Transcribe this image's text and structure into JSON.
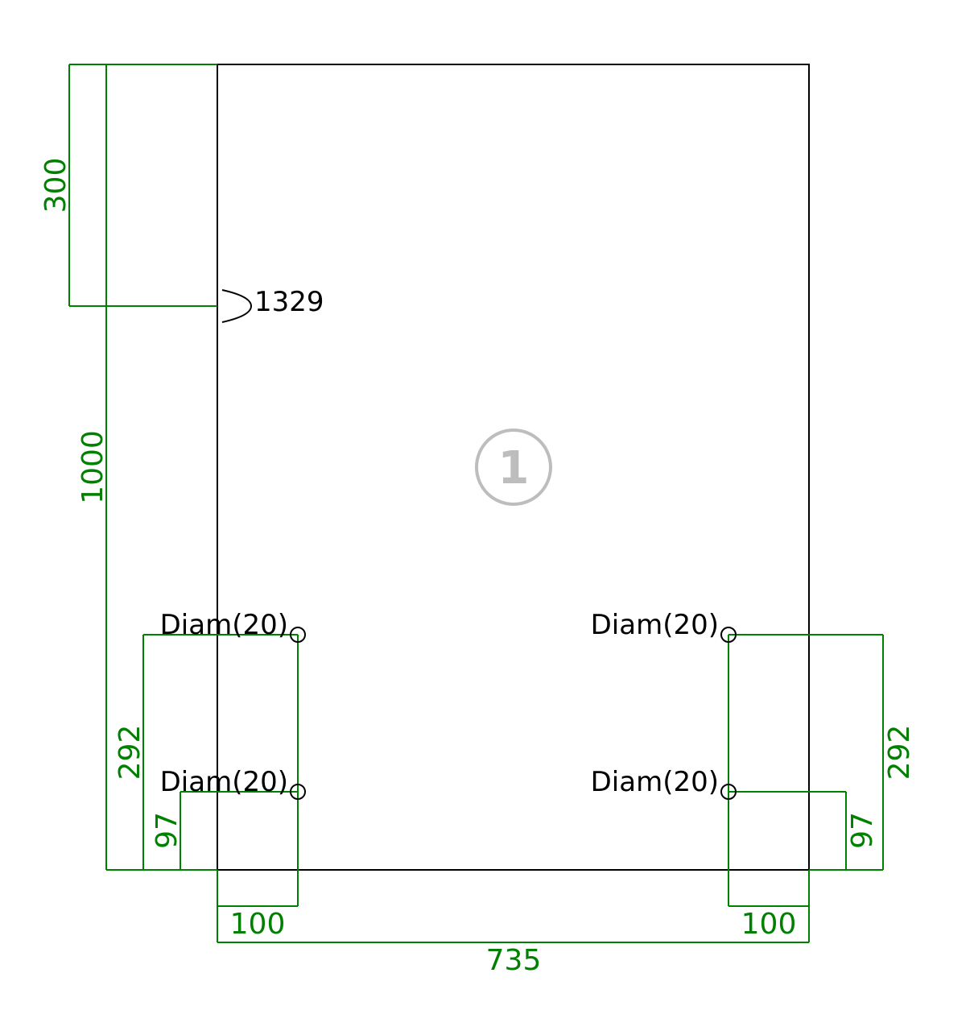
{
  "colors": {
    "dimension": "#008000",
    "outline": "#000000",
    "badge": "#bdbdbd"
  },
  "part": {
    "number": "1",
    "edge_label": "1329"
  },
  "dimensions": {
    "width": "735",
    "height": "1000",
    "top_offset": "300",
    "hole_left_offset": "100",
    "hole_right_offset": "100",
    "left_upper_hole_height": "292",
    "left_lower_hole_height": "97",
    "right_upper_hole_height": "292",
    "right_lower_hole_height": "97"
  },
  "holes": {
    "top_left": "Diam(20)",
    "bottom_left": "Diam(20)",
    "top_right": "Diam(20)",
    "bottom_right": "Diam(20)"
  }
}
